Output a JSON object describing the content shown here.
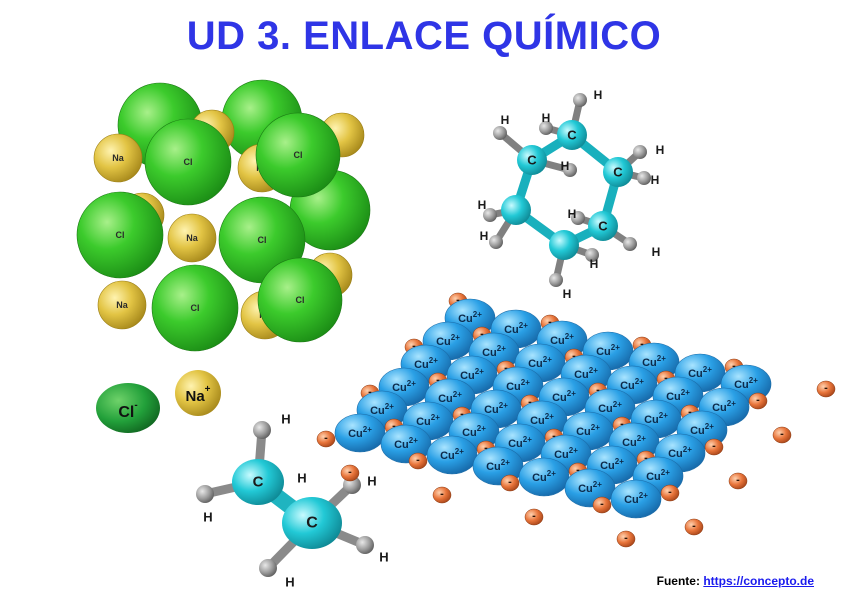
{
  "title": "UD 3. ENLACE QUÍMICO",
  "nacl_lattice": {
    "atom_labels": {
      "chloride": "Cl",
      "sodium": "Na"
    },
    "legend": {
      "chloride_ion": "Cl",
      "chloride_charge": "-",
      "sodium_ion": "Na",
      "sodium_charge": "+"
    },
    "colors": {
      "chloride": "#33c229",
      "sodium": "#e2c444"
    }
  },
  "cyclohexane": {
    "carbon_label": "C",
    "hydrogen_label": "H",
    "colors": {
      "carbon": "#22c9d6",
      "hydrogen": "#9a9a9a",
      "bond": "#7a7a7a"
    }
  },
  "ethene": {
    "carbon_label": "C",
    "hydrogen_label": "H"
  },
  "metallic_copper": {
    "cation_label": "Cu",
    "cation_charge": "2+",
    "electron_label": "-",
    "colors": {
      "cation": "#2aa0e6",
      "electron": "#e8743a"
    }
  },
  "source": {
    "prefix": "Fuente:",
    "link_text": "https://concepto.de"
  }
}
